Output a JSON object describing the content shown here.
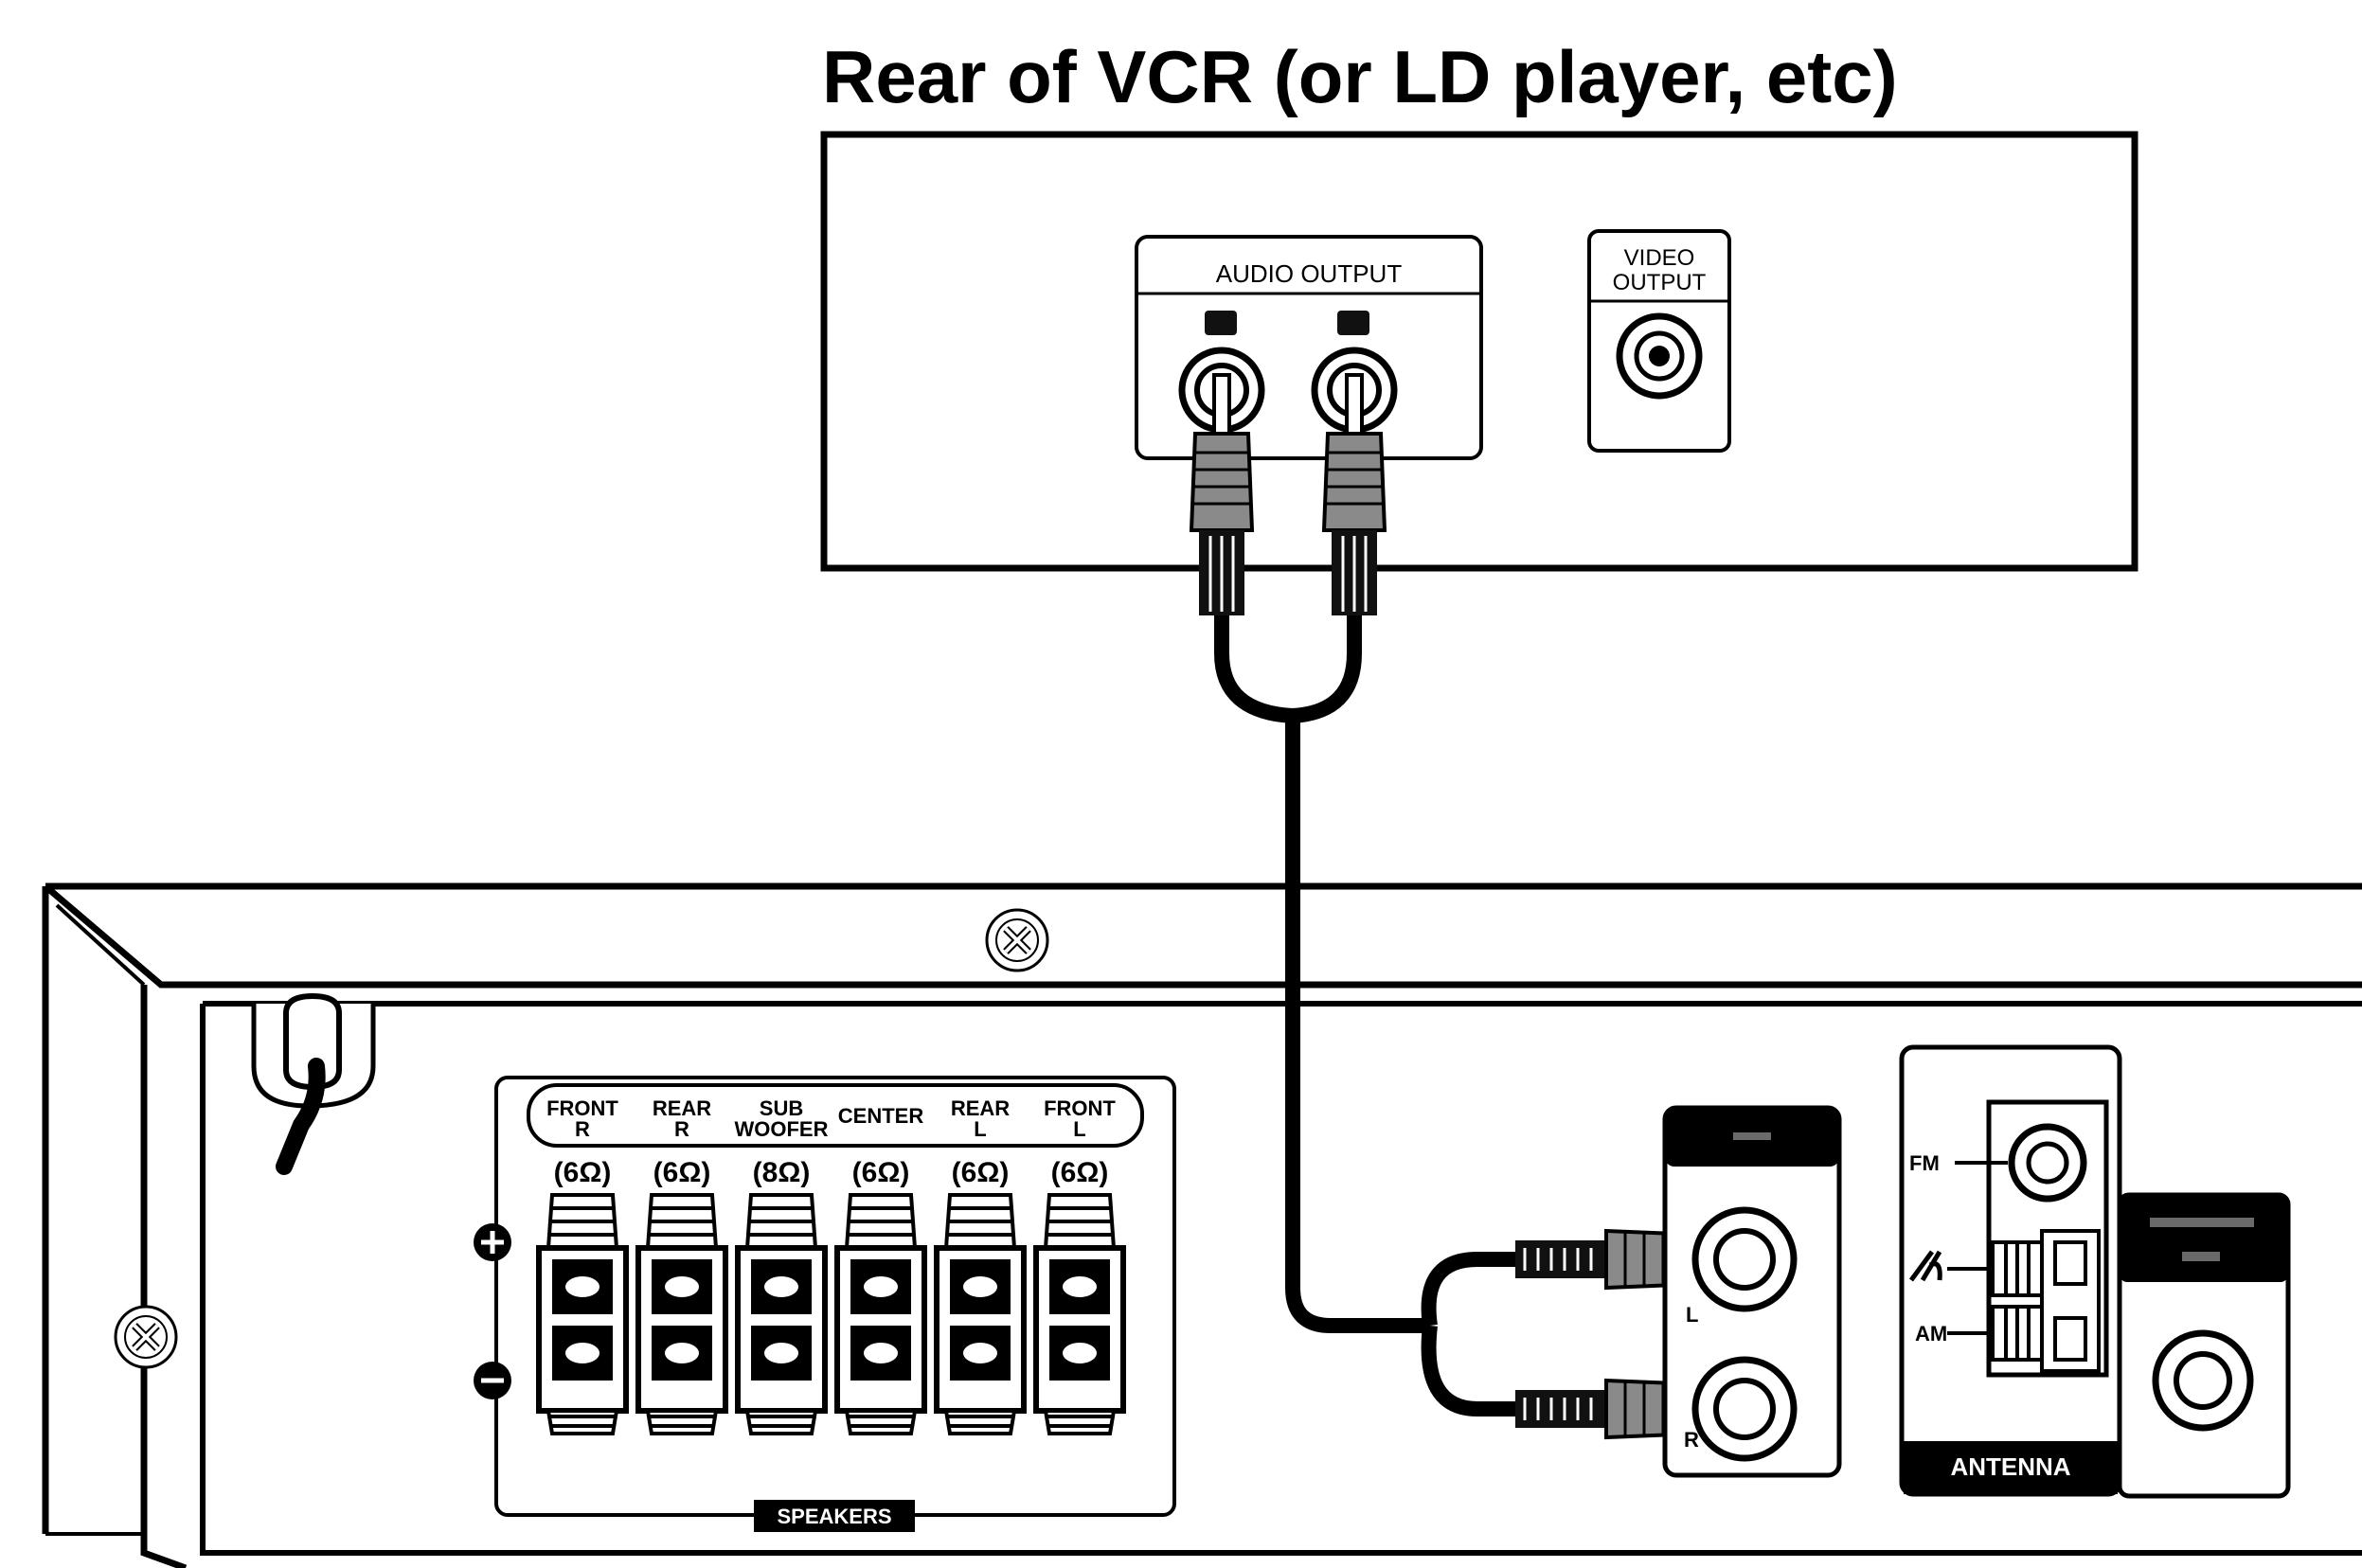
{
  "title": "Rear of VCR (or LD player, etc)",
  "vcr": {
    "audio_output_label": "AUDIO OUTPUT",
    "video_output_label_line1": "VIDEO",
    "video_output_label_line2": "OUTPUT"
  },
  "receiver": {
    "speakers": [
      {
        "line1": "FRONT",
        "line2": "R",
        "impedance": "(6Ω)"
      },
      {
        "line1": "REAR",
        "line2": "R",
        "impedance": "(6Ω)"
      },
      {
        "line1": "SUB",
        "line2": "WOOFER",
        "impedance": "(8Ω)"
      },
      {
        "line1": "CENTER",
        "line2": "",
        "impedance": "(6Ω)"
      },
      {
        "line1": "REAR",
        "line2": "L",
        "impedance": "(6Ω)"
      },
      {
        "line1": "FRONT",
        "line2": "L",
        "impedance": "(6Ω)"
      }
    ],
    "speakers_label": "SPEAKERS",
    "plus_sign": "+",
    "minus_sign": "−",
    "audio_in_left": "L",
    "audio_in_right": "R",
    "antenna": {
      "label": "ANTENNA",
      "fm": "FM",
      "am": "AM"
    }
  },
  "colors": {
    "line": "#000000",
    "background": "#ffffff",
    "plug_gray": "#7a7a7a"
  }
}
